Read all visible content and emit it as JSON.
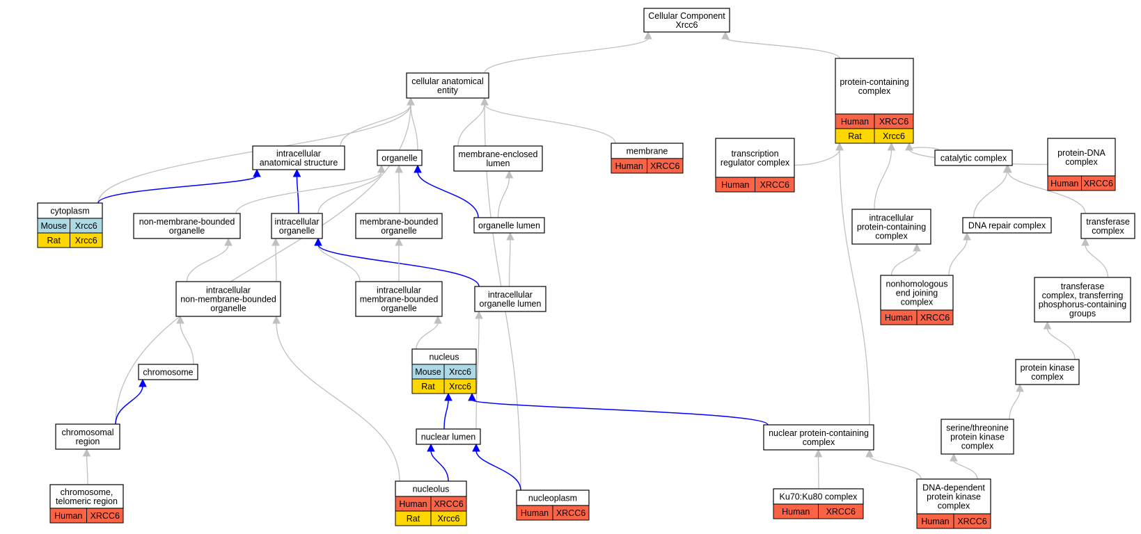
{
  "colors": {
    "human": "#fb6347",
    "mouse": "#add8e6",
    "rat": "#ffd700",
    "edge_is_a": "#c0c0c0",
    "edge_part_of": "#0000ff"
  },
  "nodes": {
    "root": {
      "lines": [
        "Cellular Component",
        "Xrcc6"
      ],
      "table": []
    },
    "cae": {
      "lines": [
        "cellular anatomical",
        "entity"
      ],
      "table": []
    },
    "pcc": {
      "lines": [
        "protein-containing",
        "complex"
      ],
      "table": [
        [
          "Human",
          "XRCC6"
        ],
        [
          "Rat",
          "Xrcc6"
        ]
      ]
    },
    "ias": {
      "lines": [
        "intracellular",
        "anatomical structure"
      ],
      "table": []
    },
    "organelle": {
      "lines": [
        "organelle"
      ],
      "table": []
    },
    "mel": {
      "lines": [
        "membrane-enclosed",
        "lumen"
      ],
      "table": []
    },
    "membrane": {
      "lines": [
        "membrane"
      ],
      "table": [
        [
          "Human",
          "XRCC6"
        ]
      ]
    },
    "trc": {
      "lines": [
        "transcription",
        "regulator complex"
      ],
      "table": [
        [
          "Human",
          "XRCC6"
        ]
      ]
    },
    "catalytic": {
      "lines": [
        "catalytic complex"
      ],
      "table": []
    },
    "pdna": {
      "lines": [
        "protein-DNA",
        "complex"
      ],
      "table": [
        [
          "Human",
          "XRCC6"
        ]
      ]
    },
    "cytoplasm": {
      "lines": [
        "cytoplasm"
      ],
      "table": [
        [
          "Mouse",
          "Xrcc6"
        ],
        [
          "Rat",
          "Xrcc6"
        ]
      ]
    },
    "nmbo": {
      "lines": [
        "non-membrane-bounded",
        "organelle"
      ],
      "table": []
    },
    "io": {
      "lines": [
        "intracellular",
        "organelle"
      ],
      "table": []
    },
    "mbo": {
      "lines": [
        "membrane-bounded",
        "organelle"
      ],
      "table": []
    },
    "ol": {
      "lines": [
        "organelle lumen"
      ],
      "table": []
    },
    "ipcc": {
      "lines": [
        "intracellular",
        "protein-containing",
        "complex"
      ],
      "table": []
    },
    "drc": {
      "lines": [
        "DNA repair complex"
      ],
      "table": []
    },
    "transferase": {
      "lines": [
        "transferase",
        "complex"
      ],
      "table": []
    },
    "inmbo": {
      "lines": [
        "intracellular",
        "non-membrane-bounded",
        "organelle"
      ],
      "table": []
    },
    "imbo": {
      "lines": [
        "intracellular",
        "membrane-bounded",
        "organelle"
      ],
      "table": []
    },
    "iol": {
      "lines": [
        "intracellular",
        "organelle lumen"
      ],
      "table": []
    },
    "nhej": {
      "lines": [
        "nonhomologous",
        "end joining",
        "complex"
      ],
      "table": [
        [
          "Human",
          "XRCC6"
        ]
      ]
    },
    "tcp": {
      "lines": [
        "transferase",
        "complex, transferring",
        "phosphorus-containing",
        "groups"
      ],
      "table": []
    },
    "chromosome": {
      "lines": [
        "chromosome"
      ],
      "table": []
    },
    "nucleus": {
      "lines": [
        "nucleus"
      ],
      "table": [
        [
          "Mouse",
          "Xrcc6"
        ],
        [
          "Rat",
          "Xrcc6"
        ]
      ]
    },
    "pkc": {
      "lines": [
        "protein kinase",
        "complex"
      ],
      "table": []
    },
    "cr": {
      "lines": [
        "chromosomal",
        "region"
      ],
      "table": []
    },
    "nl": {
      "lines": [
        "nuclear lumen"
      ],
      "table": []
    },
    "npcc": {
      "lines": [
        "nuclear protein-containing",
        "complex"
      ],
      "table": []
    },
    "stpkc": {
      "lines": [
        "serine/threonine",
        "protein kinase",
        "complex"
      ],
      "table": []
    },
    "ctr": {
      "lines": [
        "chromosome,",
        "telomeric region"
      ],
      "table": [
        [
          "Human",
          "XRCC6"
        ]
      ]
    },
    "nucleolus": {
      "lines": [
        "nucleolus"
      ],
      "table": [
        [
          "Human",
          "XRCC6"
        ],
        [
          "Rat",
          "Xrcc6"
        ]
      ]
    },
    "nucleoplasm": {
      "lines": [
        "nucleoplasm"
      ],
      "table": [
        [
          "Human",
          "XRCC6"
        ]
      ]
    },
    "ku": {
      "lines": [
        "Ku70:Ku80 complex"
      ],
      "table": [
        [
          "Human",
          "XRCC6"
        ]
      ]
    },
    "dnapk": {
      "lines": [
        "DNA-dependent",
        "protein kinase",
        "complex"
      ],
      "table": [
        [
          "Human",
          "XRCC6"
        ]
      ]
    }
  },
  "edges": [
    {
      "from": "cae",
      "to": "root",
      "rel": "is_a"
    },
    {
      "from": "pcc",
      "to": "root",
      "rel": "is_a"
    },
    {
      "from": "ias",
      "to": "cae",
      "rel": "is_a"
    },
    {
      "from": "organelle",
      "to": "cae",
      "rel": "is_a"
    },
    {
      "from": "mel",
      "to": "cae",
      "rel": "is_a"
    },
    {
      "from": "membrane",
      "to": "cae",
      "rel": "is_a"
    },
    {
      "from": "cytoplasm",
      "to": "cae",
      "rel": "is_a"
    },
    {
      "from": "cr",
      "to": "cae",
      "rel": "is_a"
    },
    {
      "from": "nucleoplasm",
      "to": "cae",
      "rel": "is_a"
    },
    {
      "from": "cytoplasm",
      "to": "ias",
      "rel": "part_of"
    },
    {
      "from": "io",
      "to": "ias",
      "rel": "part_of"
    },
    {
      "from": "nmbo",
      "to": "organelle",
      "rel": "is_a"
    },
    {
      "from": "io",
      "to": "organelle",
      "rel": "is_a"
    },
    {
      "from": "mbo",
      "to": "organelle",
      "rel": "is_a"
    },
    {
      "from": "ol",
      "to": "organelle",
      "rel": "part_of"
    },
    {
      "from": "ol",
      "to": "mel",
      "rel": "is_a"
    },
    {
      "from": "trc",
      "to": "pcc",
      "rel": "is_a"
    },
    {
      "from": "catalytic",
      "to": "pcc",
      "rel": "is_a"
    },
    {
      "from": "pdna",
      "to": "pcc",
      "rel": "is_a"
    },
    {
      "from": "ipcc",
      "to": "pcc",
      "rel": "is_a"
    },
    {
      "from": "npcc",
      "to": "pcc",
      "rel": "is_a"
    },
    {
      "from": "drc",
      "to": "catalytic",
      "rel": "is_a"
    },
    {
      "from": "transferase",
      "to": "catalytic",
      "rel": "is_a"
    },
    {
      "from": "inmbo",
      "to": "nmbo",
      "rel": "is_a"
    },
    {
      "from": "inmbo",
      "to": "io",
      "rel": "is_a"
    },
    {
      "from": "imbo",
      "to": "io",
      "rel": "is_a"
    },
    {
      "from": "iol",
      "to": "io",
      "rel": "part_of"
    },
    {
      "from": "imbo",
      "to": "mbo",
      "rel": "is_a"
    },
    {
      "from": "iol",
      "to": "ol",
      "rel": "is_a"
    },
    {
      "from": "nhej",
      "to": "ipcc",
      "rel": "is_a"
    },
    {
      "from": "nhej",
      "to": "drc",
      "rel": "is_a"
    },
    {
      "from": "tcp",
      "to": "transferase",
      "rel": "is_a"
    },
    {
      "from": "chromosome",
      "to": "inmbo",
      "rel": "is_a"
    },
    {
      "from": "nucleolus",
      "to": "inmbo",
      "rel": "is_a"
    },
    {
      "from": "nucleus",
      "to": "imbo",
      "rel": "is_a"
    },
    {
      "from": "nl",
      "to": "iol",
      "rel": "is_a"
    },
    {
      "from": "pkc",
      "to": "tcp",
      "rel": "is_a"
    },
    {
      "from": "cr",
      "to": "chromosome",
      "rel": "part_of"
    },
    {
      "from": "nl",
      "to": "nucleus",
      "rel": "part_of"
    },
    {
      "from": "npcc",
      "to": "nucleus",
      "rel": "part_of"
    },
    {
      "from": "stpkc",
      "to": "pkc",
      "rel": "is_a"
    },
    {
      "from": "ctr",
      "to": "cr",
      "rel": "is_a"
    },
    {
      "from": "nucleolus",
      "to": "nl",
      "rel": "part_of"
    },
    {
      "from": "nucleoplasm",
      "to": "nl",
      "rel": "part_of"
    },
    {
      "from": "ku",
      "to": "npcc",
      "rel": "is_a"
    },
    {
      "from": "dnapk",
      "to": "npcc",
      "rel": "is_a"
    },
    {
      "from": "dnapk",
      "to": "stpkc",
      "rel": "is_a"
    }
  ]
}
